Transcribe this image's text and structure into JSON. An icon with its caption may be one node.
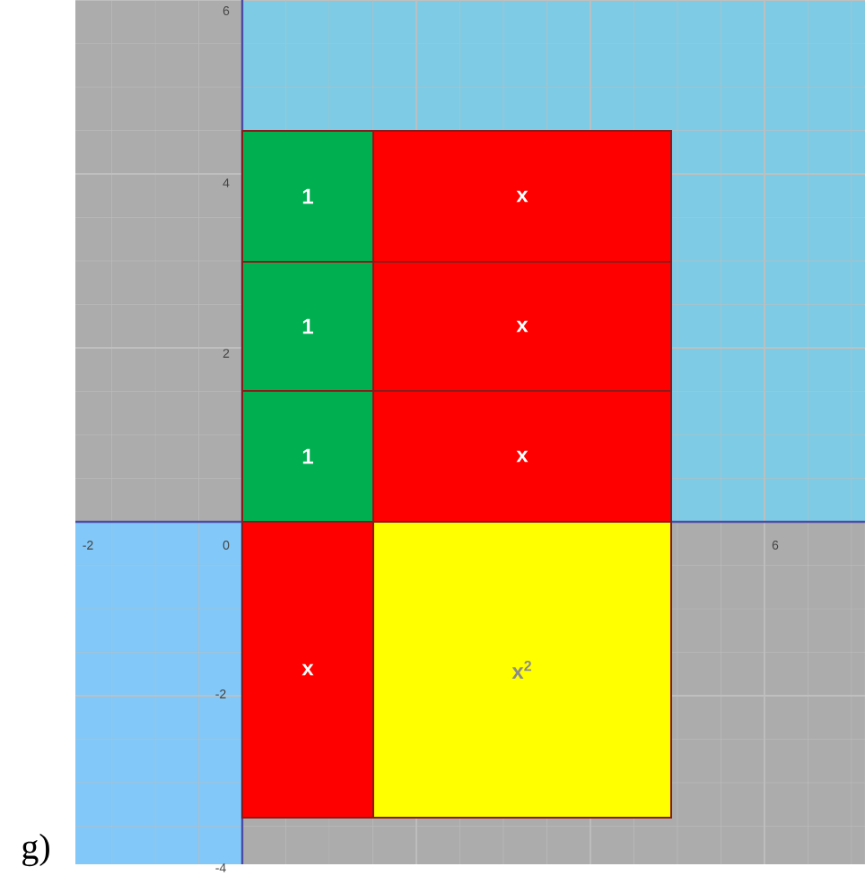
{
  "diagram": {
    "nodes": [
      {
        "text": [
          "1"
        ]
      },
      {
        "text": [
          "x"
        ]
      },
      {
        "text": [
          "1"
        ]
      },
      {
        "text": [
          "x"
        ]
      },
      {
        "text": [
          "1"
        ]
      },
      {
        "text": [
          "x"
        ]
      },
      {
        "text": [
          "x"
        ]
      },
      {
        "text": [
          "x$^{2}$"
        ]
      }
    ],
    "labels": [
      "6",
      "4",
      "2",
      "-2",
      "0",
      "6",
      "-2",
      "-4",
      "g)"
    ]
  }
}
